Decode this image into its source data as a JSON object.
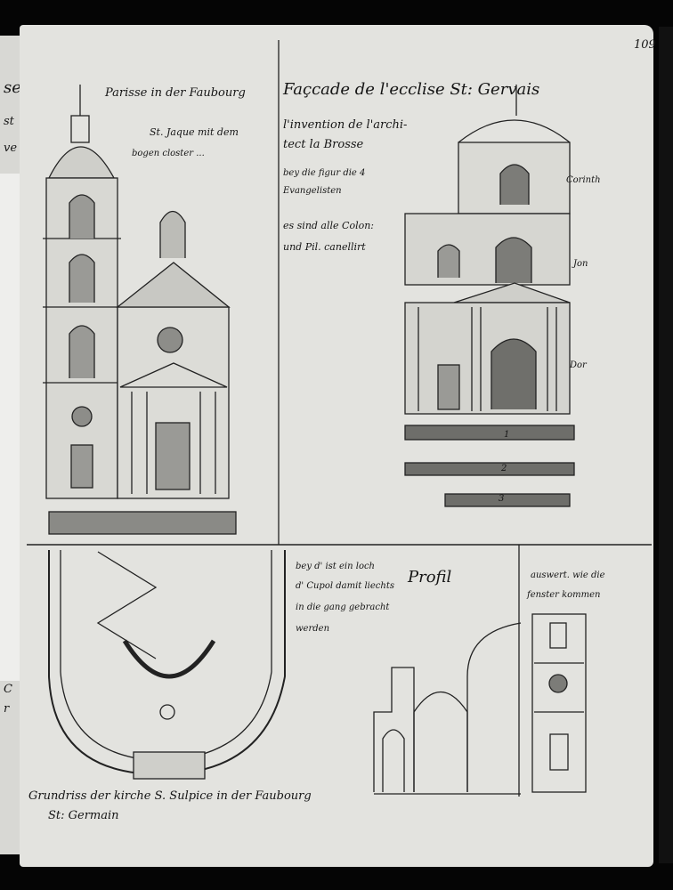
{
  "page_number": "109",
  "margin_fragments": [
    "se",
    "st",
    "ve",
    "C",
    "r"
  ],
  "left_elevation": {
    "title": [
      "Parisse in der Faubourg",
      "St. Jaque mit dem",
      "bogen closter ..."
    ]
  },
  "right_elevation": {
    "title": "Façcade de l'ecclise St: Gervais",
    "subtitle": [
      "l'invention de l'archi-",
      "tect la Brosse"
    ],
    "note": [
      "bey die figur die 4",
      "Evangelisten",
      "es sind alle Colon:",
      "und Pil. canellirt"
    ],
    "orders": [
      "Corinth",
      "Jon",
      "Dor"
    ],
    "plan_marks": [
      "1",
      "2",
      "3"
    ]
  },
  "profile": {
    "note": [
      "bey d' ist ein loch",
      "d' Cupol damit liechts",
      "in die gang gebracht",
      "werden"
    ],
    "title": "Profil"
  },
  "window_note": [
    "auswert. wie die",
    "fenster kommen"
  ],
  "plan_caption": [
    "Grundriss der kirche S. Sulpice in der Faubourg",
    "St: Germain"
  ]
}
